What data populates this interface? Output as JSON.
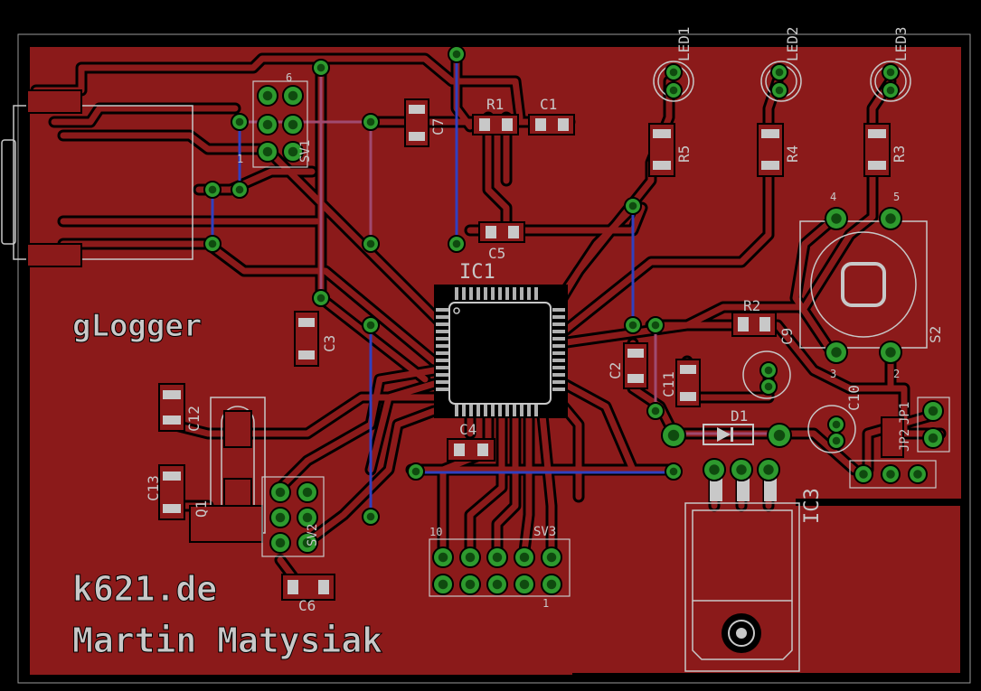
{
  "board": {
    "texts": {
      "glogger": "gLogger",
      "site": "k621.de",
      "author": "Martin Matysiak"
    },
    "labels": {
      "ic1": "IC1",
      "ic3": "IC3",
      "r1": "R1",
      "r2": "R2",
      "r3": "R3",
      "r4": "R4",
      "r5": "R5",
      "c1": "C1",
      "c2": "C2",
      "c3": "C3",
      "c4": "C4",
      "c5": "C5",
      "c6": "C6",
      "c7": "C7",
      "c9": "C9",
      "c10": "C10",
      "c11": "C11",
      "c12": "C12",
      "c13": "C13",
      "d1": "D1",
      "q1": "Q1",
      "led1": "LED1",
      "led2": "LED2",
      "led3": "LED3",
      "jp1": "JP1",
      "jp2": "JP2",
      "sv1": "SV1",
      "sv2": "SV2",
      "sv3": "SV3",
      "s1": "S2",
      "pin1": "1",
      "pin10": "10",
      "pin6": "6",
      "pin3": "3",
      "pin4": "4",
      "pin5": "5",
      "pin2": "2"
    },
    "colors": {
      "background": "#000000",
      "copper": "#8b1a1a",
      "trace_outline": "#000000",
      "pad": "#2a8c2a",
      "pad_hole": "#0a3a0a",
      "silk": "#c8c8c8",
      "via_layer": "#2020c0",
      "bottom_trace": "#a04a70"
    }
  }
}
